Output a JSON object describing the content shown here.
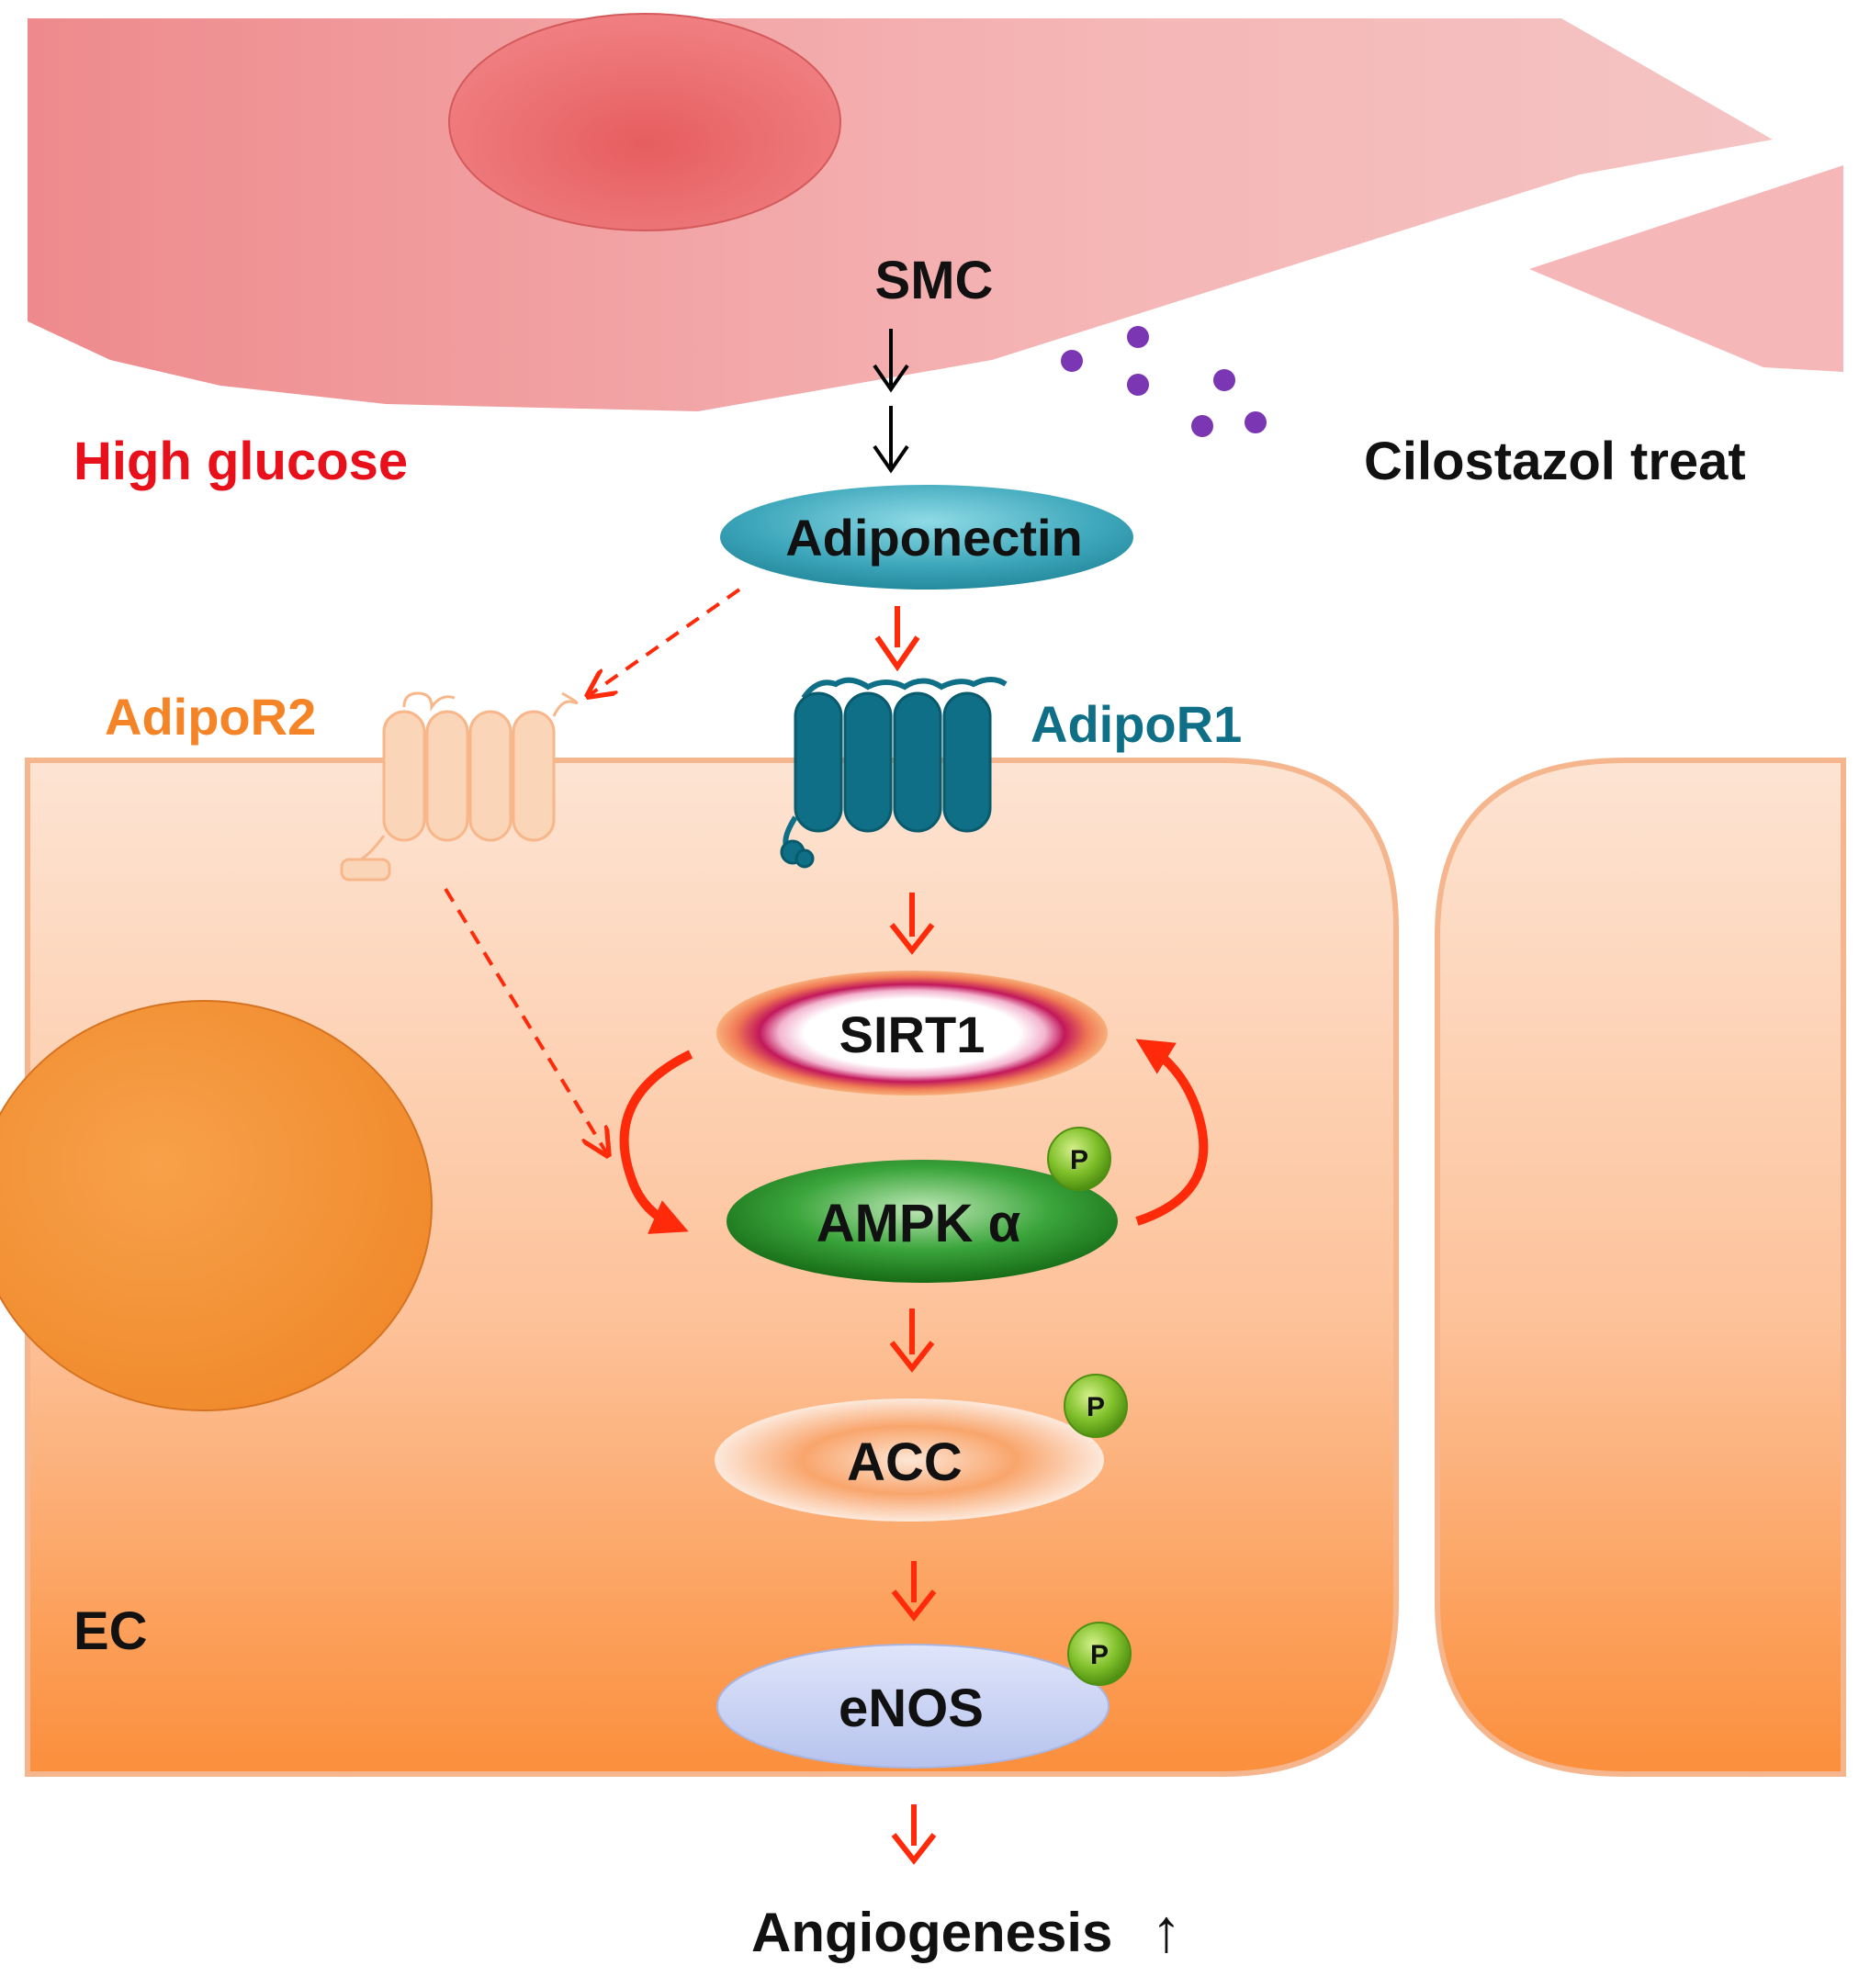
{
  "labels": {
    "smc": "SMC",
    "high_glucose": "High glucose",
    "cilostazol": "Cilostazol treat",
    "adiponectin": "Adiponectin",
    "adipor2": "AdipoR2",
    "adipor1": "AdipoR1",
    "sirt1": "SIRT1",
    "ampk": "AMPK α",
    "acc": "ACC",
    "enos": "eNOS",
    "ec": "EC",
    "angiogenesis": "Angiogenesis",
    "angiogenesis_arrow": "↑",
    "phospho": "P"
  },
  "colors": {
    "smc_fill": "#f3a7a7",
    "smc_nucleus": "#e86a6a",
    "cilostazol_dots": "#7b36b3",
    "ec_fill_top": "#fde1cf",
    "ec_fill_bottom": "#fb8d3a",
    "ec_nucleus": "#f49a3d",
    "adiponectin": "#2b9aaf",
    "adipor1": "#0f6f86",
    "adipor2": "#fbc9a6",
    "sirt1_ring": "#c2185b",
    "ampk": "#1a7f1a",
    "acc": "#f7b27a",
    "enos": "#c9d3f2",
    "phospho": "#7fbf2a",
    "arrow_red": "#ff2a0a",
    "high_glucose_text": "#e8101a",
    "adipor2_text": "#f58426",
    "adipor1_text": "#0f6f86"
  }
}
